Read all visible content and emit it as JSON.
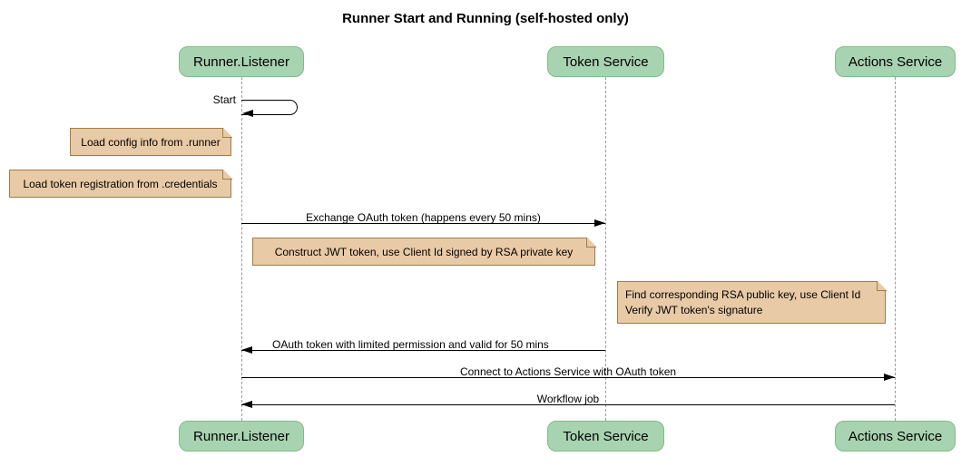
{
  "title": "Runner Start and Running (self-hosted only)",
  "participants": [
    {
      "name": "Runner.Listener"
    },
    {
      "name": "Token Service"
    },
    {
      "name": "Actions Service"
    }
  ],
  "messages": [
    {
      "label": "Start",
      "from": "Runner.Listener",
      "to": "Runner.Listener",
      "kind": "self"
    },
    {
      "label": "Exchange OAuth token (happens every 50 mins)",
      "from": "Runner.Listener",
      "to": "Token Service"
    },
    {
      "label": "OAuth token with limited permission and valid for 50 mins",
      "from": "Token Service",
      "to": "Runner.Listener"
    },
    {
      "label": "Connect to Actions Service with OAuth token",
      "from": "Runner.Listener",
      "to": "Actions Service"
    },
    {
      "label": "Workflow job",
      "from": "Actions Service",
      "to": "Runner.Listener"
    }
  ],
  "notes": [
    {
      "text": "Load config info from .runner"
    },
    {
      "text": "Load token registration from .credentials"
    },
    {
      "text": "Construct JWT token, use Client Id signed by RSA private key"
    },
    {
      "line1": "Find corresponding RSA public key, use Client Id",
      "line2": "Verify JWT token's signature"
    }
  ],
  "colors": {
    "participant_fill": "#A8D3B0",
    "participant_border": "#82B98C",
    "note_fill": "#E9CAA6",
    "note_border": "#A07C46",
    "lifeline": "#999999",
    "arrow": "#000000"
  }
}
